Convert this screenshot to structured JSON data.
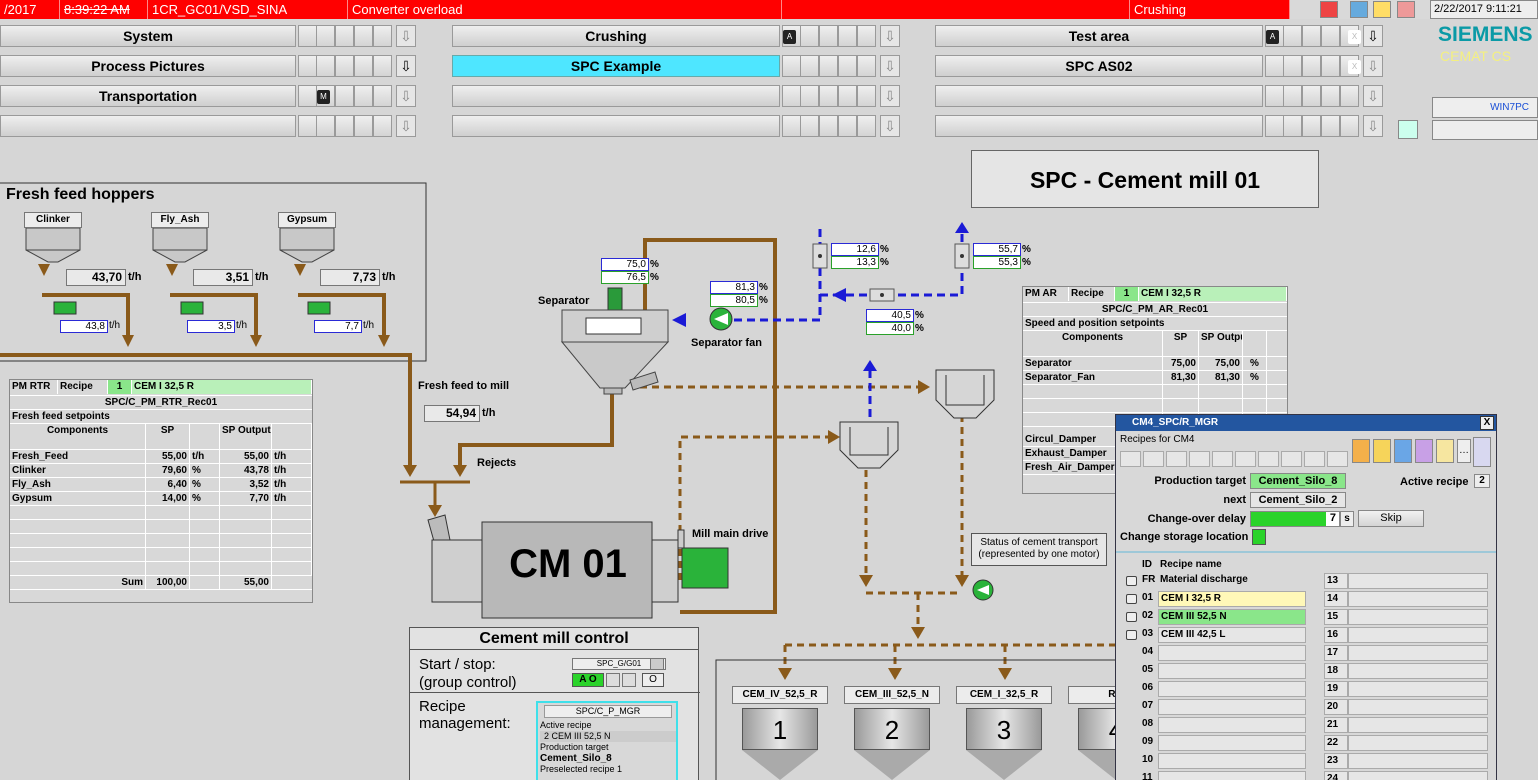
{
  "alarm": {
    "date": "/2017",
    "time": "8:39:22 AM",
    "tag": "1CR_GC01/VSD_SINA",
    "message": "Converter overload",
    "area": "Crushing",
    "datetime": "2/22/2017 9:11:21"
  },
  "nav": {
    "col1": [
      "System",
      "Process Pictures",
      "Transportation",
      ""
    ],
    "col2": [
      "Crushing",
      "SPC Example",
      "",
      ""
    ],
    "col3": [
      "Test area",
      "SPC AS02",
      "",
      ""
    ],
    "badge_a": "A",
    "badge_m": "M",
    "badge_x": "X"
  },
  "brand": {
    "name": "SIEMENS",
    "product": "CEMAT CS",
    "station": "WIN7PC"
  },
  "title": "SPC - Cement mill 01",
  "hoppers": {
    "title": "Fresh feed hoppers",
    "items": [
      {
        "name": "Clinker",
        "rate": "43,70",
        "unit": "t/h",
        "pv": "43,8",
        "pvunit": "t/h"
      },
      {
        "name": "Fly_Ash",
        "rate": "3,51",
        "unit": "t/h",
        "pv": "3,5",
        "pvunit": "t/h"
      },
      {
        "name": "Gypsum",
        "rate": "7,73",
        "unit": "t/h",
        "pv": "7,7",
        "pvunit": "t/h"
      }
    ]
  },
  "rtr": {
    "tag": "PM RTR",
    "recipe_label": "Recipe",
    "recipe_no": "1",
    "recipe_name": "CEM I 32,5 R",
    "sub": "SPC/C_PM_RTR_Rec01",
    "section": "Fresh feed setpoints",
    "headers": [
      "Components",
      "SP",
      "",
      "SP Output",
      ""
    ],
    "rows": [
      [
        "Fresh_Feed",
        "55,00",
        "t/h",
        "55,00",
        "t/h"
      ],
      [
        "Clinker",
        "79,60",
        "%",
        "43,78",
        "t/h"
      ],
      [
        "Fly_Ash",
        "6,40",
        "%",
        "3,52",
        "t/h"
      ],
      [
        "Gypsum",
        "14,00",
        "%",
        "7,70",
        "t/h"
      ]
    ],
    "sum_label": "Sum",
    "sum_sp": "100,00",
    "sum_out": "55,00"
  },
  "process": {
    "fresh_feed_label": "Fresh feed to mill",
    "fresh_feed": "54,94",
    "fresh_feed_unit": "t/h",
    "rejects": "Rejects",
    "separator": "Separator",
    "sep_fan": "Separator fan",
    "sep_pv1": "75,0",
    "sep_pv2": "76,5",
    "fan_pv1": "81,3",
    "fan_pv2": "80,5",
    "d1a": "12,6",
    "d1b": "13,3",
    "d2a": "55,7",
    "d2b": "55,3",
    "d3a": "40,5",
    "d3b": "40,0",
    "pct": "%",
    "mill": "CM 01",
    "main_drive": "Mill main drive",
    "transport_status": "Status of cement transport (represented by one motor)"
  },
  "ar": {
    "tag": "PM AR",
    "recipe_label": "Recipe",
    "recipe_no": "1",
    "recipe_name": "CEM I 32,5 R",
    "sub": "SPC/C_PM_AR_Rec01",
    "section": "Speed and position setpoints",
    "headers": [
      "Components",
      "SP",
      "SP Output",
      ""
    ],
    "rows": [
      [
        "Separator",
        "75,00",
        "75,00",
        "%"
      ],
      [
        "Separator_Fan",
        "81,30",
        "81,30",
        "%"
      ]
    ],
    "dampers": [
      "Circul_Damper",
      "Exhaust_Damper",
      "Fresh_Air_Damper"
    ]
  },
  "mill_control": {
    "title": "Cement mill control",
    "start_stop": "Start / stop:",
    "group": "(group control)",
    "gtag": "SPC_G/G01",
    "ao": "A O",
    "o": "O",
    "recipe_mgmt": "Recipe management:",
    "mgr_tag": "SPC/C_P_MGR",
    "active_recipe": "Active recipe",
    "active_value": "2 CEM III 52,5 N",
    "prod_target": "Production target",
    "prod_value": "Cement_Silo_8",
    "preselected": "Preselected recipe 1"
  },
  "silos": [
    {
      "name": "CEM_IV_52,5_R",
      "num": "1"
    },
    {
      "name": "CEM_III_52,5_N",
      "num": "2"
    },
    {
      "name": "CEM_I_32,5_R",
      "num": "3"
    },
    {
      "name": "Rej",
      "num": "4"
    }
  ],
  "faceplate": {
    "title": "CM4_SPC/R_MGR",
    "close": "X",
    "subtitle": "Recipes for CM4",
    "prod_target_label": "Production target",
    "prod_target": "Cement_Silo_8",
    "next_label": "next",
    "next": "Cement_Silo_2",
    "active_label": "Active recipe",
    "active": "2",
    "delay_label": "Change-over delay",
    "delay_value": "7",
    "delay_unit": "s",
    "delay_progress": 0.85,
    "skip": "Skip",
    "storage_label": "Change storage location",
    "list_header_id": "ID",
    "list_header_name": "Recipe name",
    "left": [
      {
        "id": "FR",
        "name": "Material discharge",
        "style": ""
      },
      {
        "id": "01",
        "name": "CEM I 32,5 R",
        "style": "yellow"
      },
      {
        "id": "02",
        "name": "CEM III 52,5 N",
        "style": "green"
      },
      {
        "id": "03",
        "name": "CEM III 42,5 L",
        "style": ""
      },
      {
        "id": "04",
        "name": "",
        "style": ""
      },
      {
        "id": "05",
        "name": "",
        "style": ""
      },
      {
        "id": "06",
        "name": "",
        "style": ""
      },
      {
        "id": "07",
        "name": "",
        "style": ""
      },
      {
        "id": "08",
        "name": "",
        "style": ""
      },
      {
        "id": "09",
        "name": "",
        "style": ""
      },
      {
        "id": "10",
        "name": "",
        "style": ""
      },
      {
        "id": "11",
        "name": "",
        "style": ""
      }
    ],
    "right": [
      "13",
      "14",
      "15",
      "16",
      "17",
      "18",
      "19",
      "20",
      "21",
      "22",
      "23",
      "24"
    ]
  }
}
